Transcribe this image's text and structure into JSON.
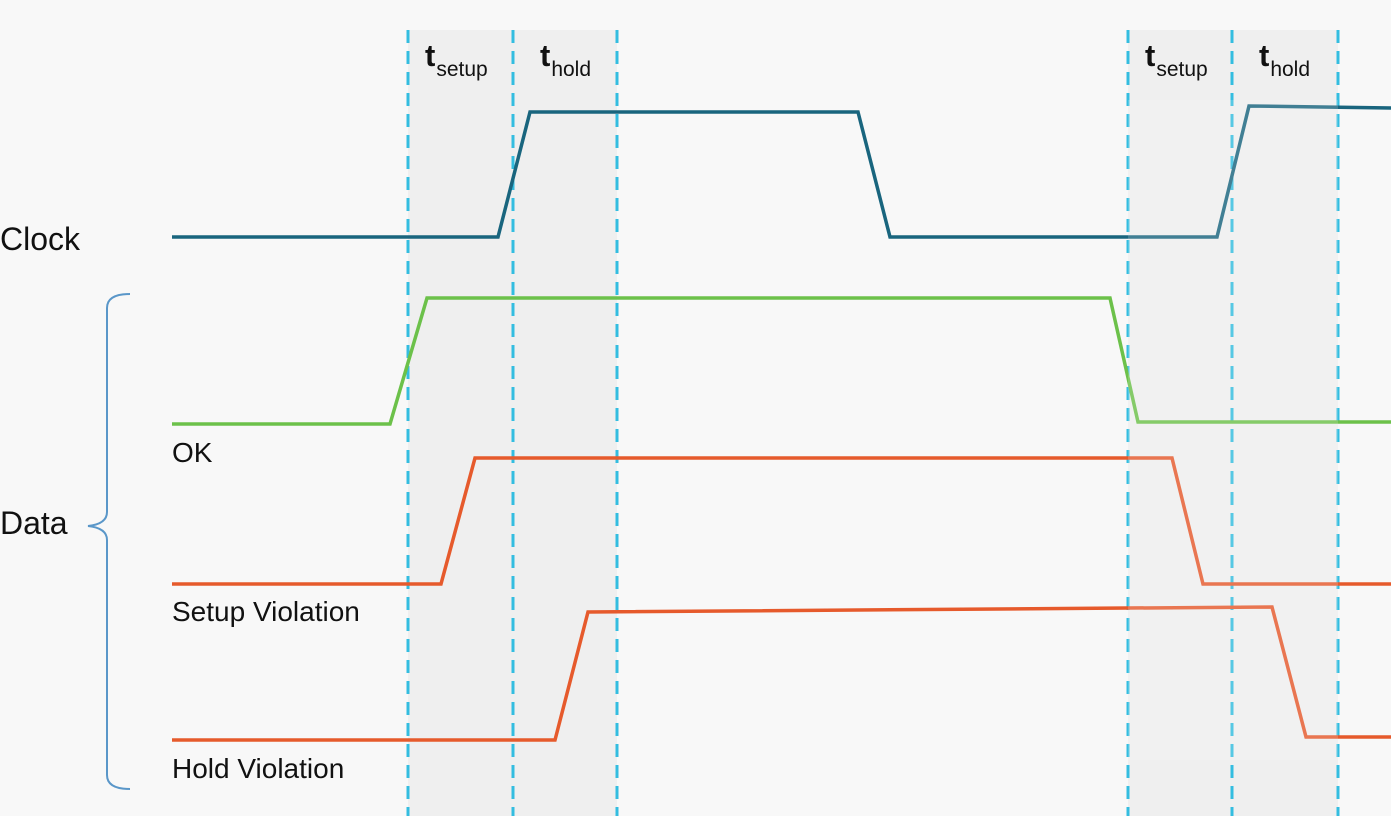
{
  "timing_labels": [
    {
      "main": "t",
      "sub": "setup"
    },
    {
      "main": "t",
      "sub": "hold"
    },
    {
      "main": "t",
      "sub": "setup"
    },
    {
      "main": "t",
      "sub": "hold"
    }
  ],
  "signals": {
    "clock": "Clock",
    "data": "Data"
  },
  "traces": [
    {
      "label": "OK",
      "color": "#6cc14a"
    },
    {
      "label": "Setup Violation",
      "color": "#e65a2c"
    },
    {
      "label": "Hold Violation",
      "color": "#e65a2c"
    }
  ],
  "colors": {
    "background": "#f8f8f8",
    "window_shade": "#efefef",
    "dashed_marker": "#33bde0",
    "clock_trace": "#19657e",
    "brace": "#5a97c9"
  }
}
